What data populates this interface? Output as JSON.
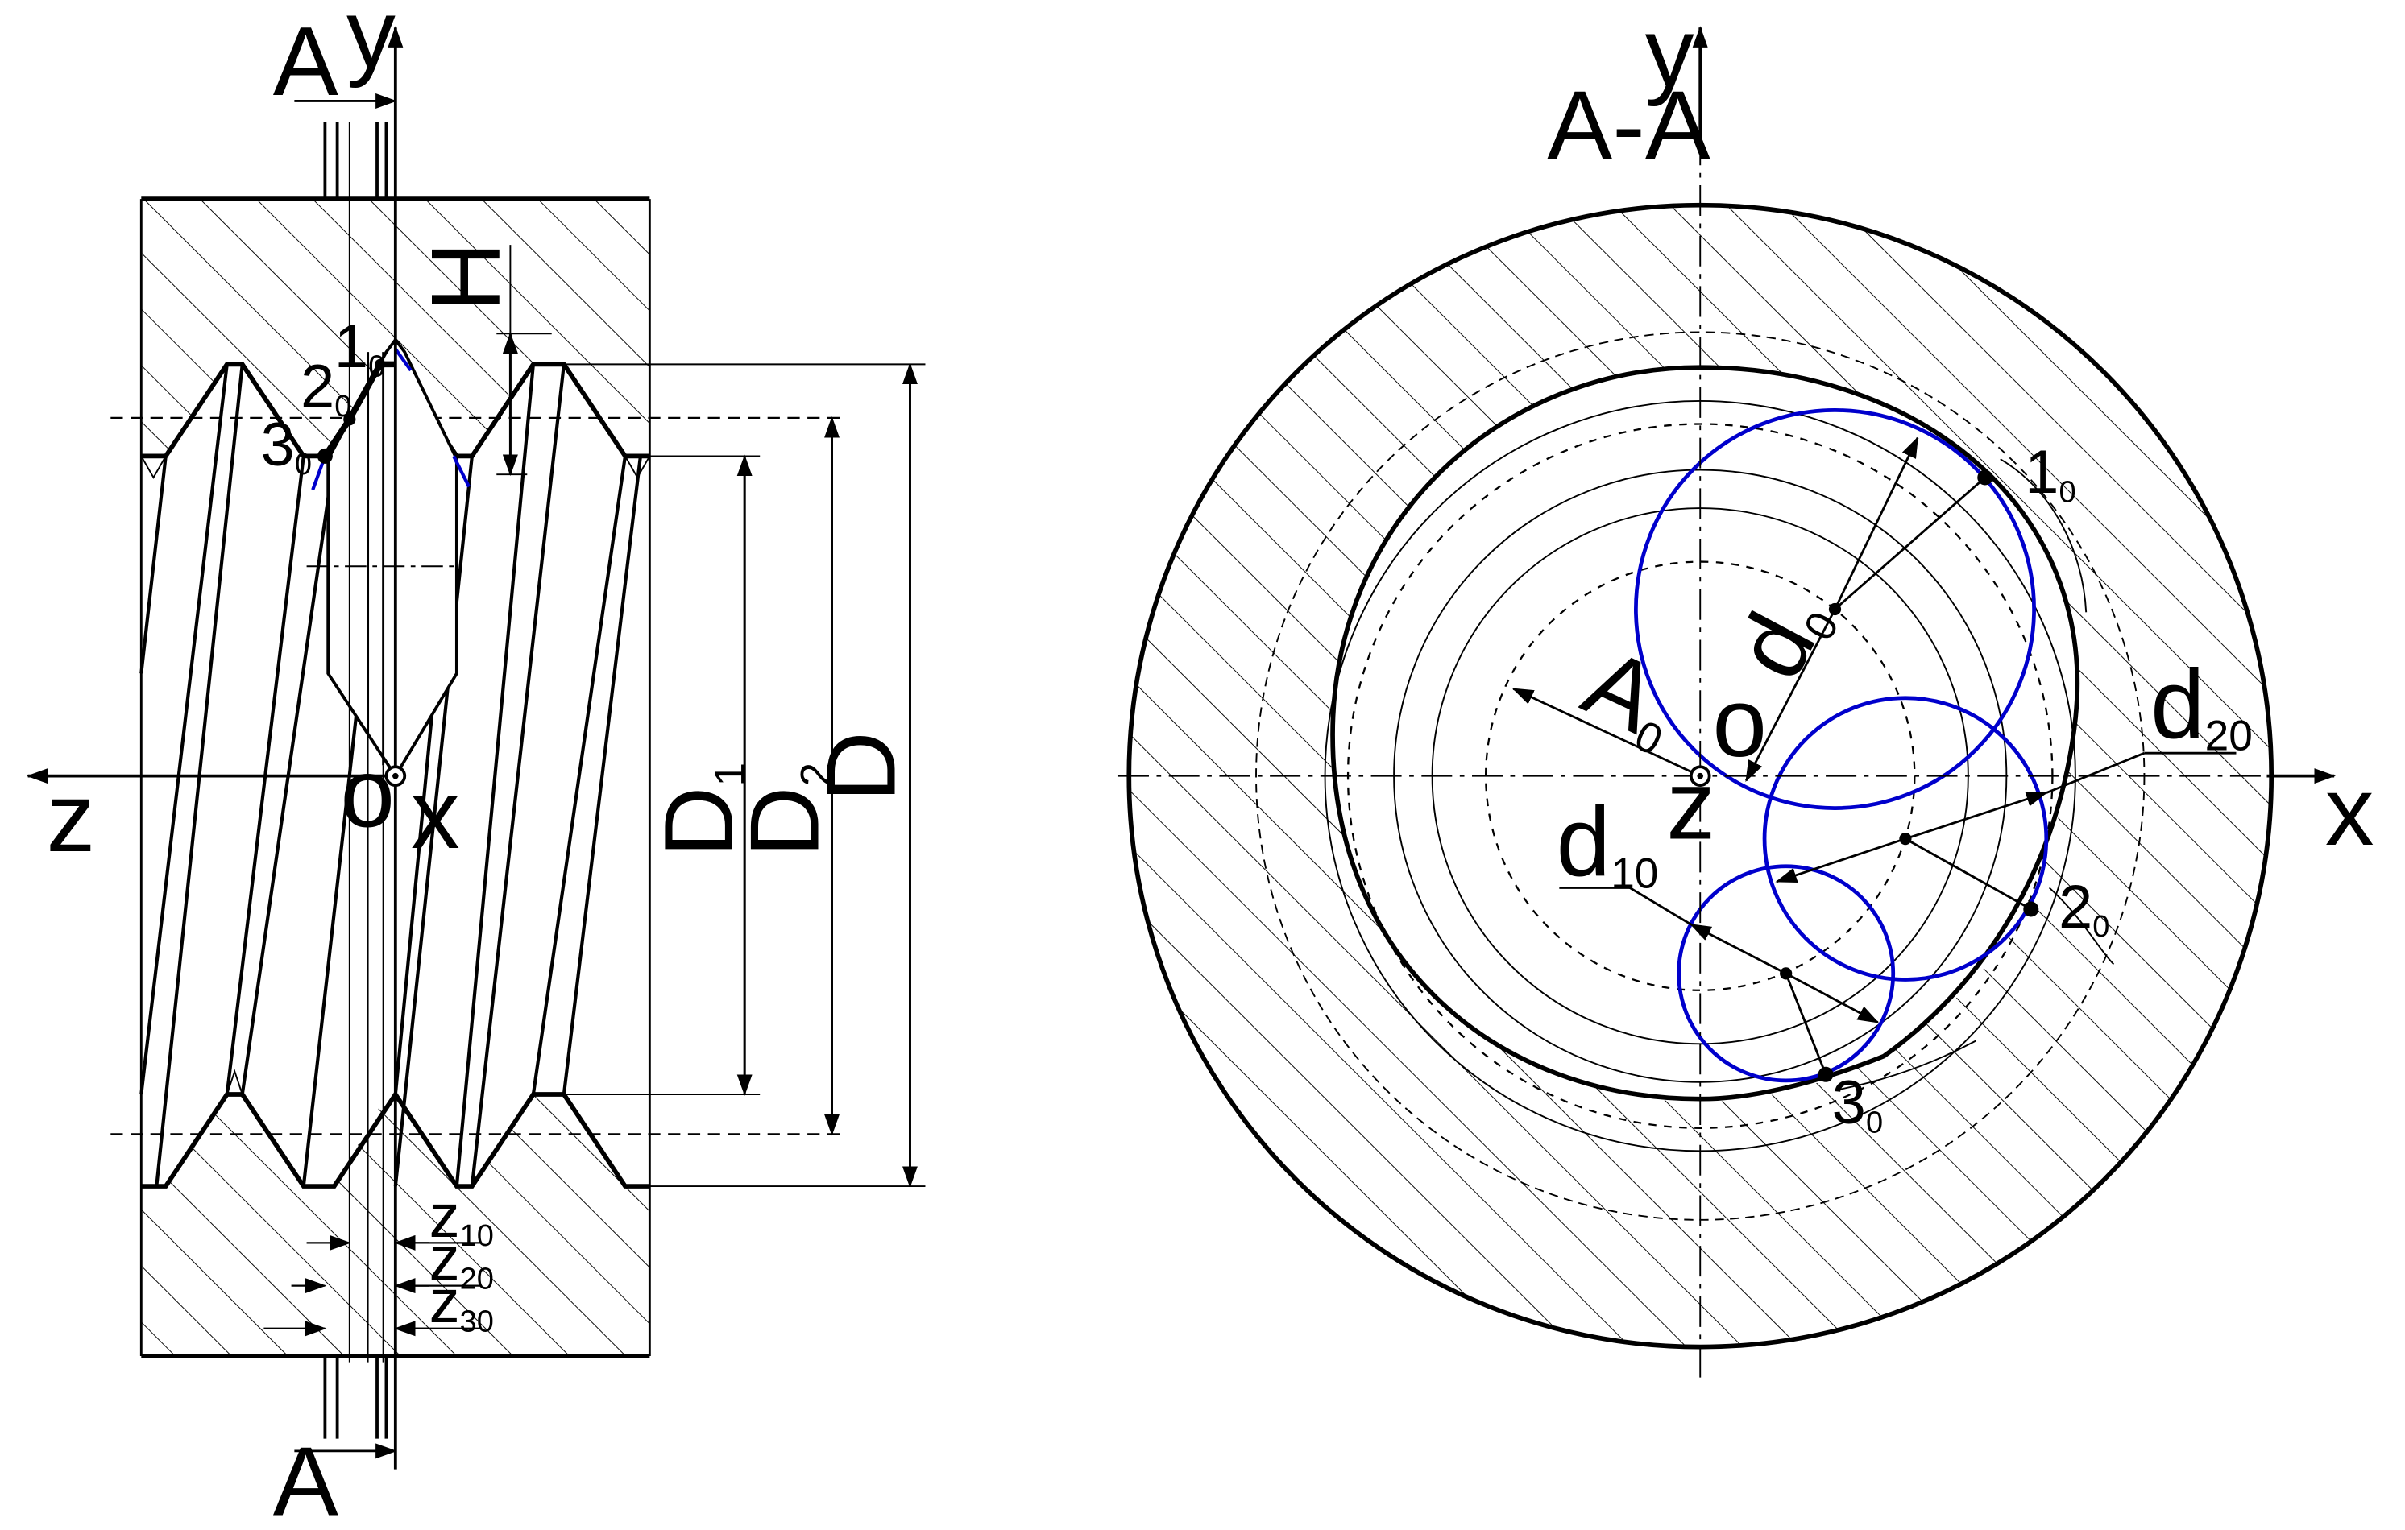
{
  "left_view": {
    "axis_y": "y",
    "axis_z": "z",
    "axis_x": "x",
    "origin": "o",
    "section_mark_top": "A",
    "section_mark_bottom": "A",
    "height_label": "H",
    "point_1": {
      "main": "1",
      "sub": "0"
    },
    "point_2": {
      "main": "2",
      "sub": "0"
    },
    "point_3": {
      "main": "3",
      "sub": "0"
    },
    "dim_D1": {
      "main": "D",
      "sub": "1"
    },
    "dim_D2": {
      "main": "D",
      "sub": "2"
    },
    "dim_D": "D",
    "offset_z10": {
      "main": "z",
      "sub": "10"
    },
    "offset_z20": {
      "main": "z",
      "sub": "20"
    },
    "offset_z30": {
      "main": "z",
      "sub": "30"
    }
  },
  "right_view": {
    "section_title": "A-A",
    "axis_y": "y",
    "axis_x": "x",
    "axis_z": "z",
    "origin": "o",
    "point_1": {
      "main": "1",
      "sub": "0"
    },
    "point_2": {
      "main": "2",
      "sub": "0"
    },
    "point_3": {
      "main": "3",
      "sub": "0"
    },
    "label_d0": {
      "main": "d",
      "sub": "0"
    },
    "label_A0": {
      "main": "A",
      "sub": "0"
    },
    "label_d20": {
      "main": "d",
      "sub": "20"
    },
    "label_d10": {
      "main": "d",
      "sub": "10"
    }
  },
  "colors": {
    "line": "#000000",
    "tool_circle": "#0000cc",
    "background": "#ffffff"
  }
}
